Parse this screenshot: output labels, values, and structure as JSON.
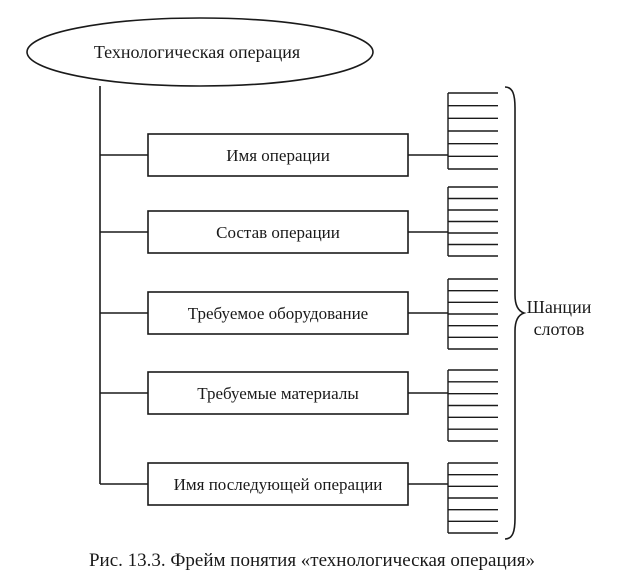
{
  "root": {
    "label": "Технологическая операция"
  },
  "slots": [
    {
      "label": "Имя операции"
    },
    {
      "label": "Состав операции"
    },
    {
      "label": "Требуемое оборудование"
    },
    {
      "label": "Требуемые материалы"
    },
    {
      "label": "Имя последующей операции"
    }
  ],
  "bracket": {
    "line1": "Шанции",
    "line2": "слотов"
  },
  "caption": "Рис. 13.3. Фрейм понятия «технологическая операция»"
}
